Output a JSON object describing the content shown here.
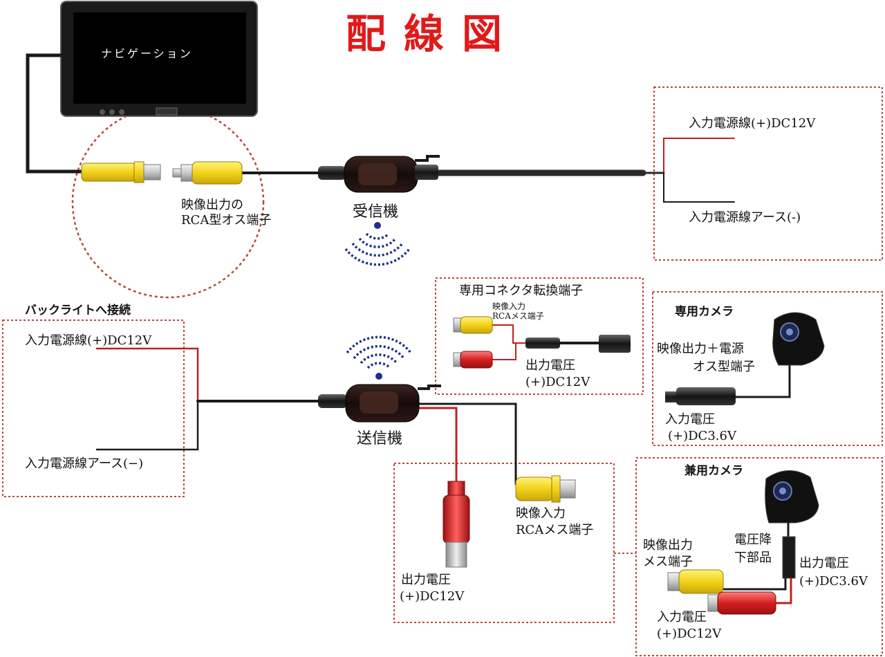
{
  "title": "配線図",
  "monitor": {
    "screen_text": "ナビゲーション"
  },
  "receiver": {
    "label": "受信機",
    "rca_label_1": "映像出力の",
    "rca_label_2": "RCA型オス端子",
    "power_plus": "入力電源線(+)DC12V",
    "power_ground": "入力電源線アース(-)"
  },
  "backlight": {
    "title": "バックライトへ接続",
    "power_plus": "入力電源線(+)DC12V",
    "power_ground": "入力電源線アース(−)"
  },
  "transmitter": {
    "label": "送信機",
    "out_voltage_1": "出力電圧",
    "out_voltage_2": "(+)DC12V",
    "video_in_1": "映像入力",
    "video_in_2": "RCAメス端子"
  },
  "adapter": {
    "title": "専用コネクタ転換端子",
    "small_1": "映像入力",
    "small_2": "RCAメス端子",
    "out_voltage_1": "出力電圧",
    "out_voltage_2": "(+)DC12V"
  },
  "dedicated_camera": {
    "title": "専用カメラ",
    "out_1": "映像出力＋電源",
    "out_2": "オス型端子",
    "in_voltage_1": "入力電圧",
    "in_voltage_2": "(+)DC3.6V"
  },
  "shared_camera": {
    "title": "兼用カメラ",
    "video_out_1": "映像出力",
    "video_out_2": "メス端子",
    "step_down_1": "電圧降",
    "step_down_2": "下部品",
    "out_voltage_1": "出力電圧",
    "out_voltage_2": "(+)DC3.6V",
    "in_voltage_1": "入力電圧",
    "in_voltage_2": "(+)DC12V"
  },
  "colors": {
    "title_red": "#e01a1a",
    "wire_black": "#1a1a1a",
    "wire_red": "#cc1f1f",
    "rca_yellow": "#f2d21a",
    "rca_red": "#d42020",
    "dotted_border": "#b44a3c",
    "wifi_blue": "#1c2f8c"
  }
}
